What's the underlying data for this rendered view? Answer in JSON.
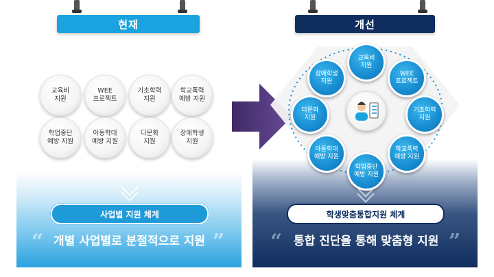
{
  "left": {
    "header": "현재",
    "items": [
      "교육비\n지원",
      "WEE\n프로젝트",
      "기초학력\n지원",
      "학교폭력\n예방 지원",
      "학업중단\n예방 지원",
      "아동학대\n예방 지원",
      "다문화\n지원",
      "장애학생\n지원"
    ],
    "system_label": "사업별 지원 체계",
    "slogan": "개별 사업별로 분절적으로 지원"
  },
  "right": {
    "header": "개선",
    "nodes": [
      "교육비\n지원",
      "WEE\n프로젝트",
      "기초학력\n지원",
      "학교폭력\n예방 지원",
      "학업중단\n예방 지원",
      "아동학대\n예방 지원",
      "다문화\n지원",
      "장애학생\n지원"
    ],
    "system_label": "학생맞춤통합지원 체계",
    "slogan": "통합 진단을 통해 맞춤형 지원"
  },
  "quotes": {
    "open": "“",
    "close": "”"
  },
  "colors": {
    "left_accent": "#1aa3df",
    "right_accent": "#0f2d5e",
    "node_blue": "#1a8fd3",
    "arrow": "#5a3d86"
  },
  "icons": {
    "transition": "arrow-right-icon",
    "center": "person-checklist-icon"
  }
}
